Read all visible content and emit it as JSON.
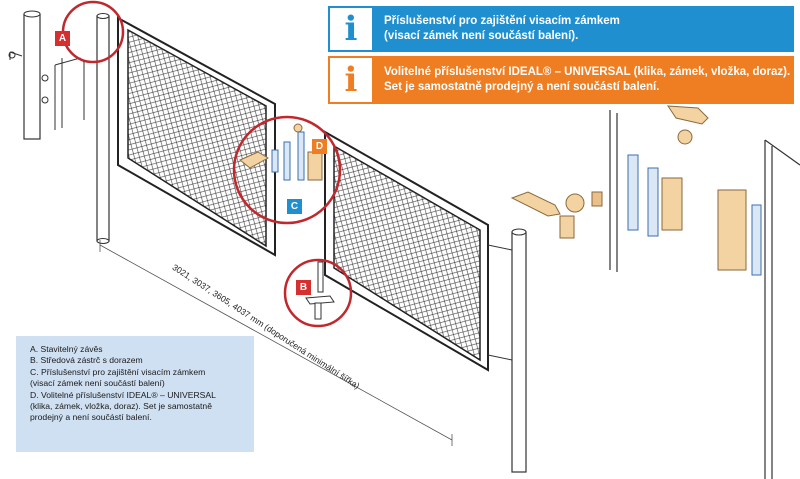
{
  "info": {
    "blue": {
      "icon": "info-icon",
      "line1": "Příslušenství pro zajištění visacím zámkem",
      "line2": "(visací zámek není součástí balení).",
      "color": "#1f8fd0"
    },
    "orange": {
      "icon": "info-icon",
      "line1": "Volitelné příslušenství IDEAL® – UNIVERSAL (klika, zámek, vložka, doraz).",
      "line2": "Set je samostatně prodejný a není součástí balení.",
      "color": "#ef7e22"
    }
  },
  "tags": {
    "a": "A",
    "b": "B",
    "c": "C",
    "d": "D"
  },
  "dimension_label": "3021, 3037, 3605, 4037 mm (doporučená minimální šířka)",
  "legend": {
    "lines": [
      "A. Stavitelný závěs",
      "B. Středová zástrč s dorazem",
      "C. Příslušenství pro zajištění visacím zámkem",
      "    (visací zámek není součástí balení)",
      "D. Volitelné příslušenství IDEAL® – UNIVERSAL",
      "    (klika, zámek, vložka, doraz). Set je samostatně",
      "    prodejný a není součástí balení."
    ]
  },
  "colors": {
    "red_tag": "#d62f2f",
    "orange_tag": "#ef7e22",
    "blue_tag": "#1f8fd0",
    "circle": "#c0282d",
    "legend_bg": "#cfe0f2"
  }
}
